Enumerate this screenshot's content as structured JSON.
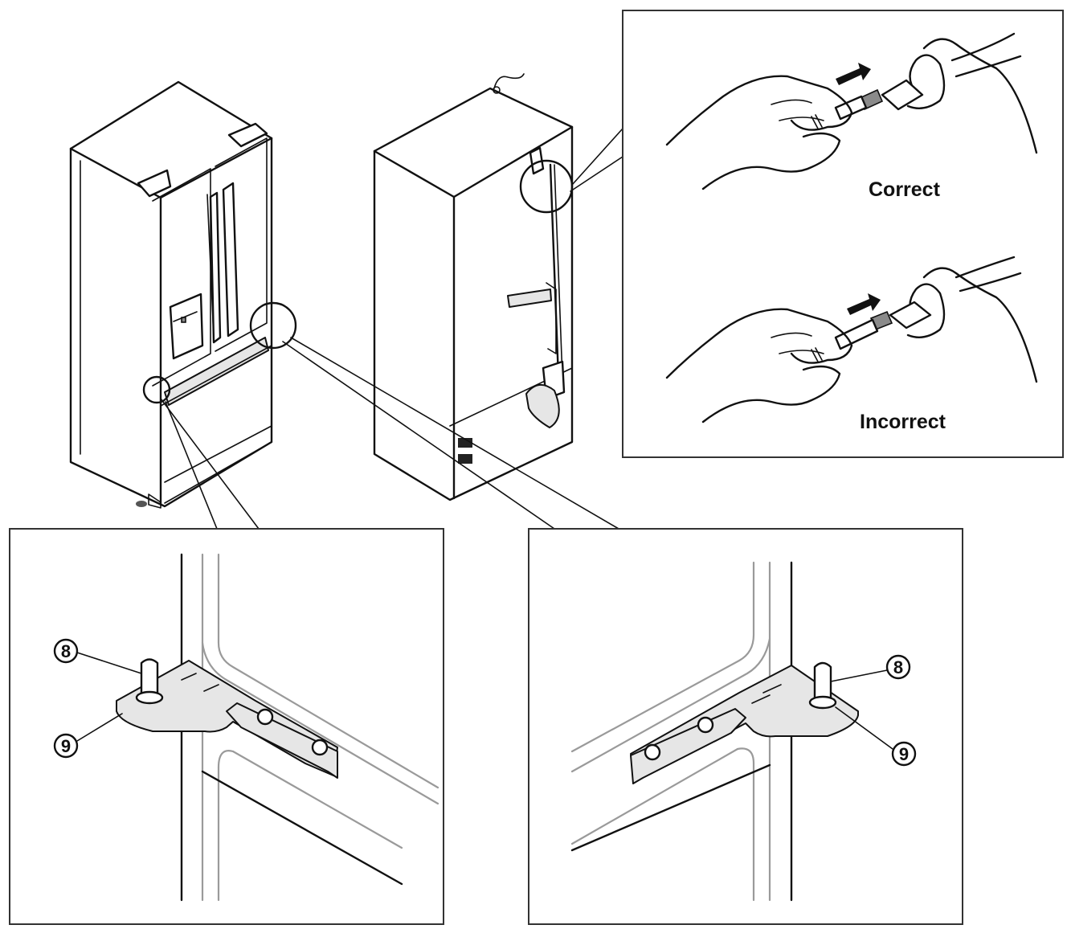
{
  "labels": {
    "correct": "Correct",
    "incorrect": "Incorrect"
  },
  "callouts": {
    "left_top": "8",
    "left_bottom": "9",
    "right_top": "8",
    "right_bottom": "9"
  },
  "colors": {
    "line": "#111111",
    "background": "#ffffff",
    "panel_border": "#333333"
  }
}
